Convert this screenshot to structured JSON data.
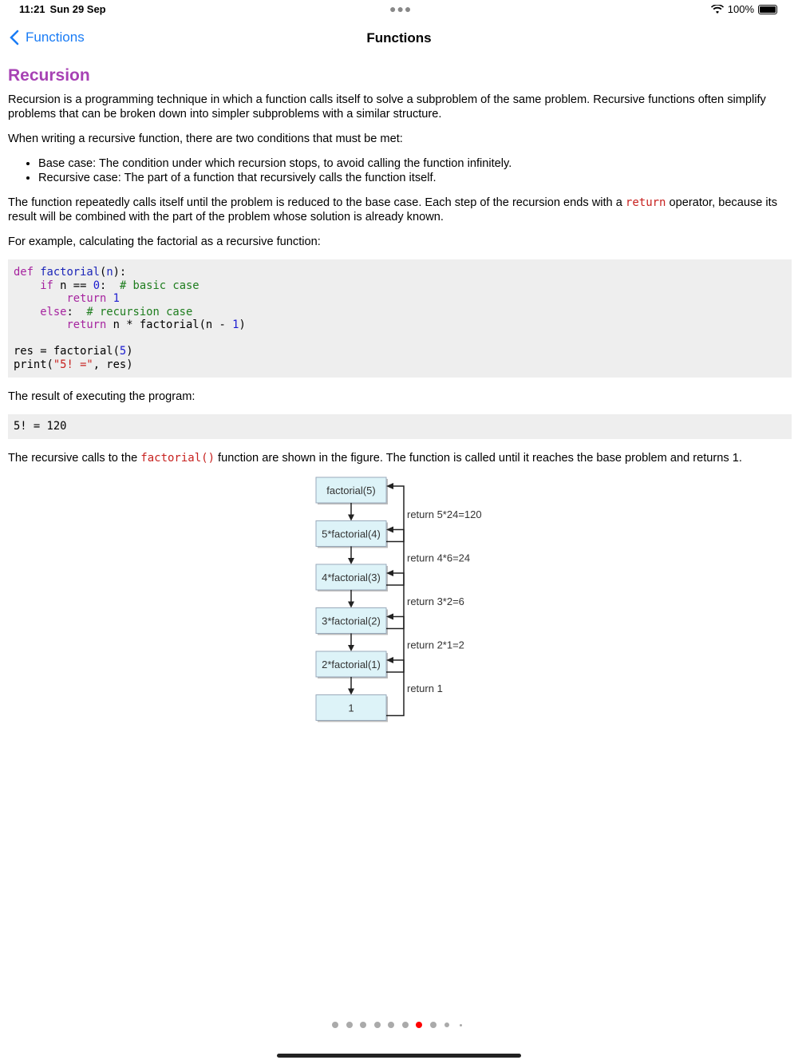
{
  "status": {
    "time": "11:21",
    "date": "Sun 29 Sep",
    "battery": "100%"
  },
  "nav": {
    "back_label": "Functions",
    "title": "Functions"
  },
  "article": {
    "title": "Recursion",
    "p1": "Recursion is a programming technique in which a function calls itself to solve a subproblem of the same problem. Recursive functions often simplify problems that can be broken down into simpler subproblems with a similar structure.",
    "p2": "When writing a recursive function, there are two conditions that must be met:",
    "bullets": [
      "Base case: The condition under which recursion stops, to avoid calling the function infinitely.",
      "Recursive case: The part of a function that recursively calls the function itself."
    ],
    "p3a": "The function repeatedly calls itself until the problem is reduced to the base case. Each step of the recursion ends with a ",
    "p3code": "return",
    "p3b": " operator, because its result will be combined with the part of the problem whose solution is already known.",
    "p4": "For example, calculating the factorial as a recursive function:",
    "p5": "The result of executing the program:",
    "output": "5! = 120",
    "p6a": "The recursive calls to the ",
    "p6code": "factorial()",
    "p6b": " function are shown in the figure. The function is called until it reaches the base problem and returns 1."
  },
  "diagram": {
    "boxes": [
      "factorial(5)",
      "5*factorial(4)",
      "4*factorial(3)",
      "3*factorial(2)",
      "2*factorial(1)",
      "1"
    ],
    "returns": [
      "return 5*24=120",
      "return 4*6=24",
      "return 3*2=6",
      "return 2*1=2",
      "return 1"
    ]
  },
  "pager": {
    "count": 10,
    "active": 6,
    "colors": {
      "active": "#ff0000",
      "inactive": "#aaaaaa"
    }
  }
}
